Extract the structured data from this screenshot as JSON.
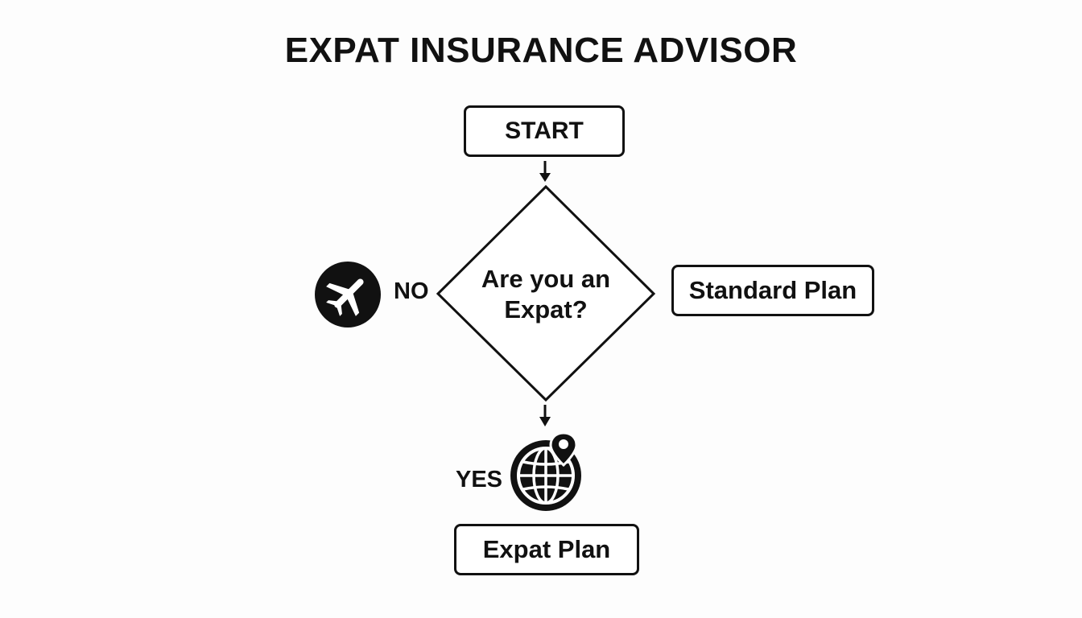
{
  "title": "EXPAT INSURANCE ADVISOR",
  "nodes": {
    "start": "START",
    "decision": [
      "Are you an",
      "Expat?"
    ],
    "standard_plan": "Standard Plan",
    "expat_plan": "Expat Plan"
  },
  "edges": {
    "no_label": "NO",
    "yes_label": "YES"
  },
  "icons": {
    "no_branch": "airplane-icon",
    "yes_branch": "globe-location-icon"
  },
  "colors": {
    "ink": "#111111",
    "background": "#fdfdfd"
  }
}
